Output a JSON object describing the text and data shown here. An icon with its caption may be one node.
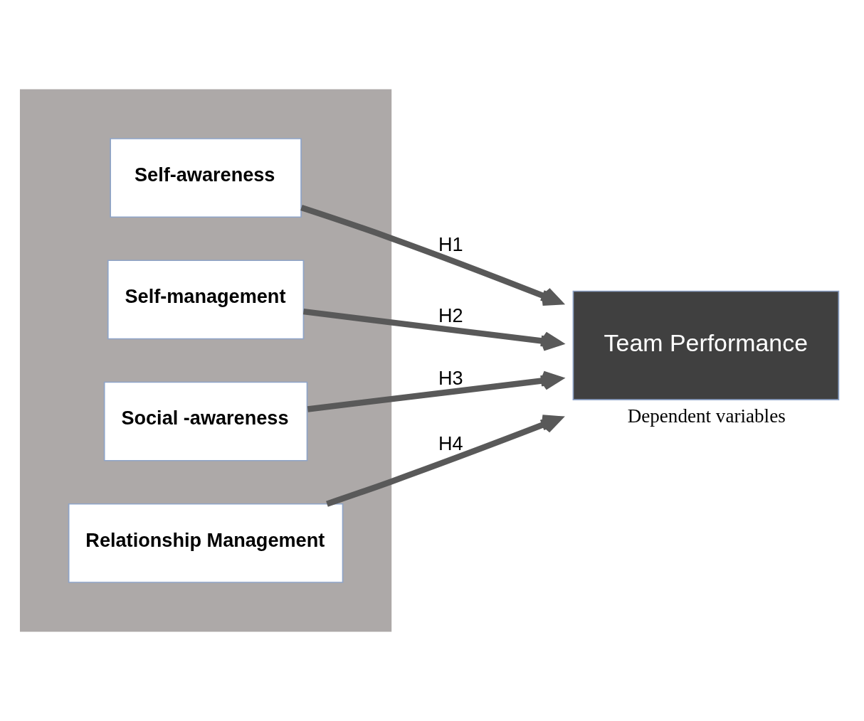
{
  "diagram": {
    "nodes": [
      {
        "text": [],
        "shape": "box"
      },
      {
        "text": [
          "Self-awareness"
        ],
        "in": 0
      },
      {
        "text": [
          "Self-management"
        ],
        "in": 0
      },
      {
        "text": [
          "Social -awareness"
        ],
        "in": 0
      },
      {
        "text": [
          "Relationship Management"
        ],
        "in": 0
      },
      {
        "text": [
          "Team Performance"
        ],
        "beside": [
          "Dependent variables"
        ]
      }
    ],
    "edges": [
      {
        "from": 1,
        "to": 5,
        "arrow": "to",
        "label": "H1"
      },
      {
        "from": 2,
        "to": 5,
        "arrow": "to",
        "label": "H2"
      },
      {
        "from": 3,
        "to": 5,
        "arrow": "to",
        "label": "H3"
      },
      {
        "from": 4,
        "to": 5,
        "arrow": "to",
        "label": "H4"
      }
    ]
  }
}
